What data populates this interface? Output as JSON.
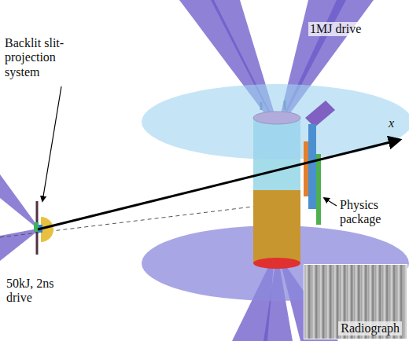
{
  "diagram": {
    "nodes": [
      {
        "text": [
          "Radiograph"
        ]
      }
    ],
    "labels": [
      "1MJ drive",
      "Backlit slit-projection system",
      "50kJ, 2ns drive",
      "Physics package",
      "x"
    ]
  }
}
